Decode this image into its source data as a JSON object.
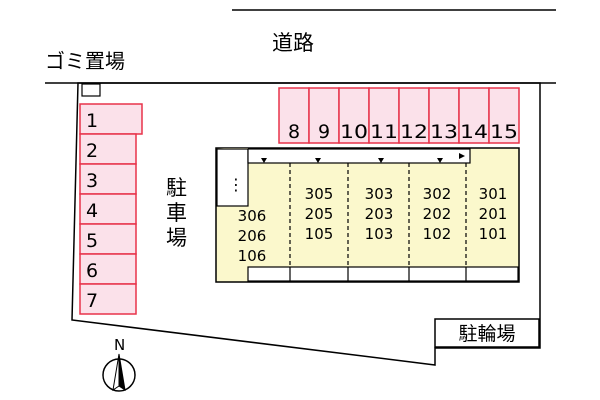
{
  "map": {
    "road_label": "道路",
    "garbage_label": "ゴミ置場",
    "parking_label_chars": [
      "駐",
      "車",
      "場"
    ],
    "bicycle_parking_label": "駐輪場",
    "north_label": "N",
    "parking_left": [
      "1",
      "2",
      "3",
      "4",
      "5",
      "6",
      "7"
    ],
    "parking_top": [
      "8",
      "9",
      "10",
      "11",
      "12",
      "13",
      "14",
      "15"
    ],
    "units": [
      [
        "306",
        "206",
        "106"
      ],
      [
        "305",
        "205",
        "105"
      ],
      [
        "303",
        "203",
        "103"
      ],
      [
        "302",
        "202",
        "102"
      ],
      [
        "301",
        "201",
        "101"
      ]
    ],
    "stair_mark": "⋮",
    "colors": {
      "parking_fill": "#fbe1ea",
      "parking_stroke": "#e8334a",
      "building_fill": "#fbf8cc",
      "line": "#000000"
    }
  }
}
